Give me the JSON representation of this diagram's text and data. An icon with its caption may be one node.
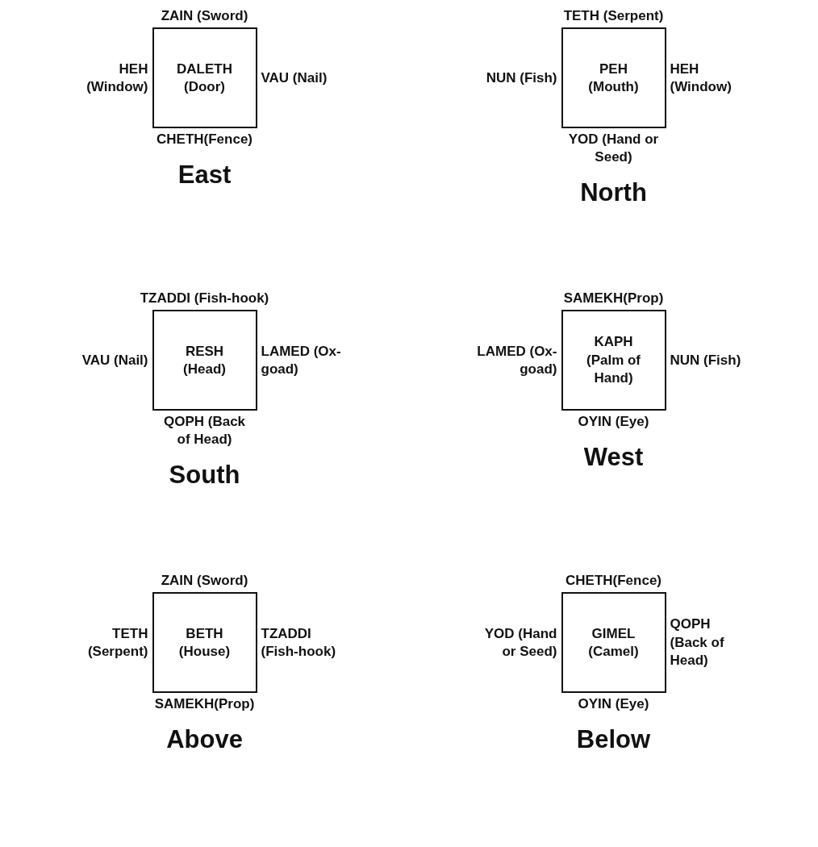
{
  "diagram": {
    "nodes": [
      {
        "text": [
          "DALETH (Door)"
        ],
        "beside": [
          "ZAIN (Sword)",
          "HEH (Window)",
          "VAU (Nail)",
          "CHETH(Fence)",
          "East"
        ]
      },
      {
        "text": [
          "PEH (Mouth)"
        ],
        "beside": [
          "TETH (Serpent)",
          "NUN (Fish)",
          "HEH (Window)",
          "YOD (Hand or Seed)",
          "North"
        ]
      },
      {
        "text": [
          "RESH (Head)"
        ],
        "beside": [
          "TZADDI (Fish-hook)",
          "VAU (Nail)",
          "LAMED (Ox-goad)",
          "QOPH (Back of Head)",
          "South"
        ]
      },
      {
        "text": [
          "KAPH (Palm of Hand)"
        ],
        "beside": [
          "SAMEKH(Prop)",
          "LAMED (Ox-goad)",
          "NUN (Fish)",
          "OYIN (Eye)",
          "West"
        ]
      },
      {
        "text": [
          "BETH (House)"
        ],
        "beside": [
          "ZAIN (Sword)",
          "TETH (Serpent)",
          "TZADDI (Fish-hook)",
          "SAMEKH(Prop)",
          "Above"
        ]
      },
      {
        "text": [
          "GIMEL (Camel)"
        ],
        "beside": [
          "CHETH(Fence)",
          "YOD (Hand or Seed)",
          "QOPH (Back of Head)",
          "OYIN (Eye)",
          "Below"
        ]
      }
    ]
  }
}
